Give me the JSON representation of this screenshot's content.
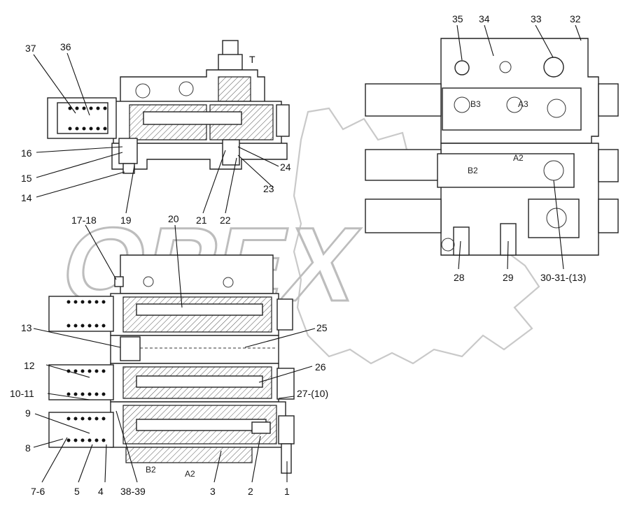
{
  "watermark": {
    "text": "OPEX"
  },
  "ports": {
    "t": "T",
    "b3": "B3",
    "a3": "A3",
    "b2_left": "B2",
    "a2_left": "A2",
    "b2_right": "B2",
    "a2_right": "A2"
  },
  "callouts": {
    "c1": "1",
    "c2": "2",
    "c3": "3",
    "c4": "4",
    "c5": "5",
    "c7_6": "7-6",
    "c8": "8",
    "c9": "9",
    "c10_11": "10-11",
    "c12": "12",
    "c13": "13",
    "c14": "14",
    "c15": "15",
    "c16": "16",
    "c17_18": "17-18",
    "c19": "19",
    "c20": "20",
    "c21": "21",
    "c22": "22",
    "c23": "23",
    "c24": "24",
    "c25": "25",
    "c26": "26",
    "c27_10": "27-(10)",
    "c28": "28",
    "c29": "29",
    "c30_31_13": "30-31-(13)",
    "c32": "32",
    "c33": "33",
    "c34": "34",
    "c35": "35",
    "c36": "36",
    "c37": "37",
    "c38_39": "38-39"
  }
}
